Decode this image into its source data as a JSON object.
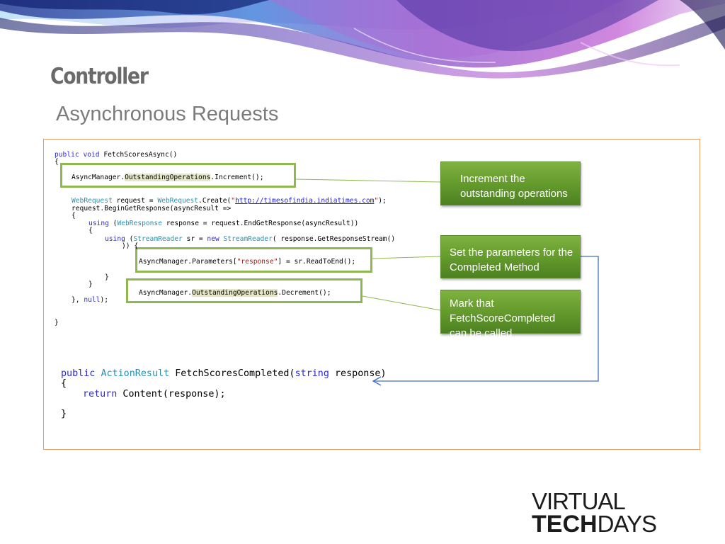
{
  "slide": {
    "title": "Controller",
    "subtitle": "Asynchronous Requests"
  },
  "code": {
    "l1_a": "public",
    "l1_b": "void",
    "l1_c": " FetchScoresAsync()",
    "l2": "{",
    "l3_a": "AsyncManager.",
    "l3_b": "OutstandingOperations",
    "l3_c": ".Increment();",
    "l4_a": "WebRequest",
    "l4_b": " request = ",
    "l4_c": "WebRequest",
    "l4_d": ".Create(",
    "l4_e": "\"",
    "l4_f": "http://timesofindia.indiatimes.com",
    "l4_g": "\"",
    "l4_h": ");",
    "l5": "request.BeginGetResponse(asyncResult =>",
    "l6": "{",
    "l7_a": "using",
    "l7_b": " (",
    "l7_c": "WebResponse",
    "l7_d": " response = request.EndGetResponse(asyncResult))",
    "l8": "{",
    "l9_a": "using",
    "l9_b": " (",
    "l9_c": "StreamReader",
    "l9_d": " sr = ",
    "l9_e": "new",
    "l9_f": " ",
    "l9_g": "StreamReader",
    "l9_h": "( response.GetResponseStream()",
    "l10": ")) {",
    "l11_a": "AsyncManager.Parameters[",
    "l11_b": "\"response\"",
    "l11_c": "] = sr.ReadToEnd();",
    "l12": "}",
    "l13": "}",
    "l14_a": "AsyncManager.",
    "l14_b": "OutstandingOperations",
    "l14_c": ".Decrement();",
    "l15_a": "}, ",
    "l15_b": "null",
    "l15_c": ");",
    "l16": "}",
    "m1_a": "public",
    "m1_b": "ActionResult",
    "m1_c": " FetchScoresCompleted(",
    "m1_d": "string",
    "m1_e": " response)",
    "m2": "{",
    "m3_a": "return",
    "m3_b": " Content(response);",
    "m4": "}"
  },
  "callouts": {
    "increment": "Increment the outstanding operations",
    "parameters": "Set the parameters for the Completed Method",
    "mark": "Mark that FetchScoreCompleted can be called"
  },
  "logo": {
    "line1": "VIRTUAL",
    "tech": "TECH",
    "days": "DAYS"
  },
  "colors": {
    "callout_green": "#6aa332",
    "highlight_border": "#8fb850",
    "frame_border": "#e4a06b",
    "keyword_blue": "#2b2bd6",
    "type_teal": "#2b91af",
    "string_red": "#a31515",
    "arrow_blue": "#3d6fc2"
  }
}
